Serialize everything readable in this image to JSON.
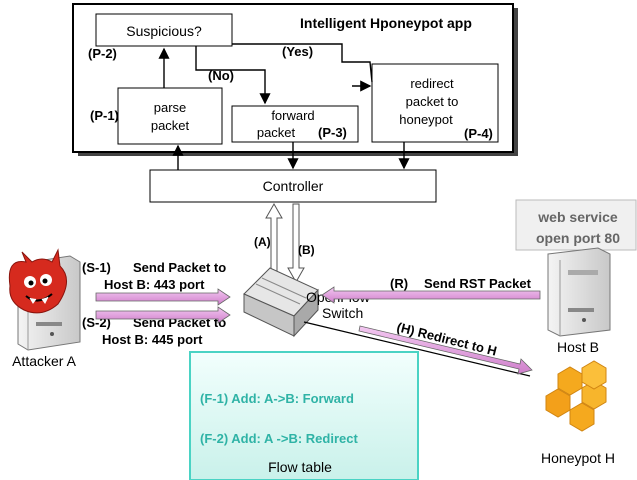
{
  "app": {
    "title": "Intelligent Hponeypot app",
    "suspicious": "Suspicious?",
    "p2": "(P-2)",
    "yes": "(Yes)",
    "no": "(No)",
    "p1": "(P-1)",
    "parse": [
      "parse",
      "packet"
    ],
    "forward": [
      "forward",
      "packet"
    ],
    "p3": "(P-3)",
    "redirect": [
      "redirect",
      "packet to",
      "honeypot"
    ],
    "p4": "(P-4)"
  },
  "controller": {
    "label": "Controller"
  },
  "link_labels": {
    "a": "(A)",
    "b": "(B)"
  },
  "web_service": [
    "web service",
    "open port 80"
  ],
  "attacker": {
    "name": "Attacker A",
    "s1_tag": "(S-1)",
    "s1_text": "Send Packet to",
    "s1_text2": "Host B: 443 port",
    "s2_tag": "(S-2)",
    "s2_text": "Send Packet to",
    "s2_text2": "Host B: 445 port"
  },
  "switch": {
    "label": [
      "OpenFlow",
      "Switch"
    ]
  },
  "host_b": {
    "name": "Host B",
    "rst": "(R)",
    "rst_text": "Send RST Packet"
  },
  "redirect_label": "(H) Redirect to H",
  "honeypot": {
    "name": "Honeypot H"
  },
  "flow_table": {
    "label": "Flow table",
    "f1": "(F-1) Add: A->B: Forward",
    "f2": "(F-2) Add: A ->B: Redirect"
  },
  "colors": {
    "flow_text": "#2fb3a6",
    "flow_border": "#4ad3c4",
    "arrow_pink": "#e9a7e6",
    "honey": "#f5a91e",
    "attacker_red": "#d62a1e"
  }
}
